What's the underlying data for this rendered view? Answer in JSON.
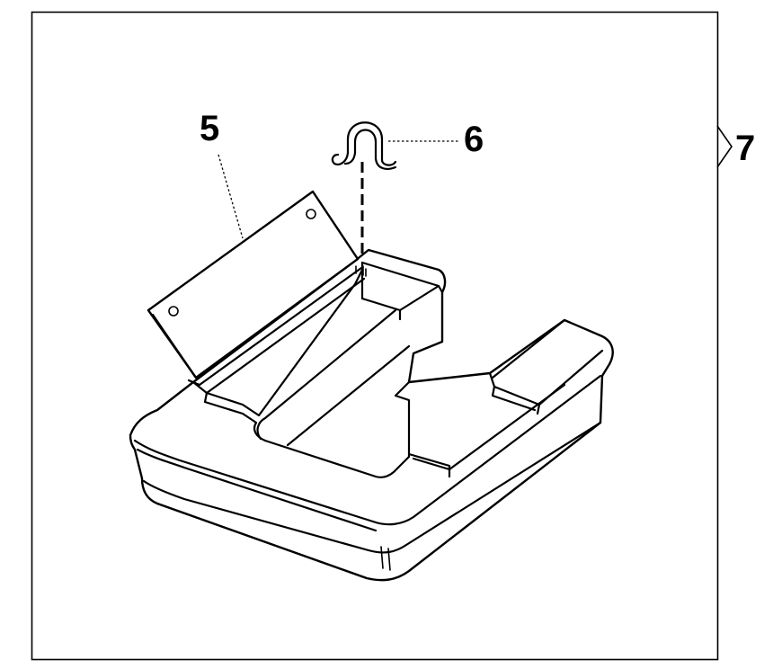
{
  "diagram": {
    "callouts": {
      "lid": "5",
      "hook": "6",
      "assembly": "7"
    },
    "colors": {
      "line": "#000000",
      "background": "#ffffff"
    }
  }
}
